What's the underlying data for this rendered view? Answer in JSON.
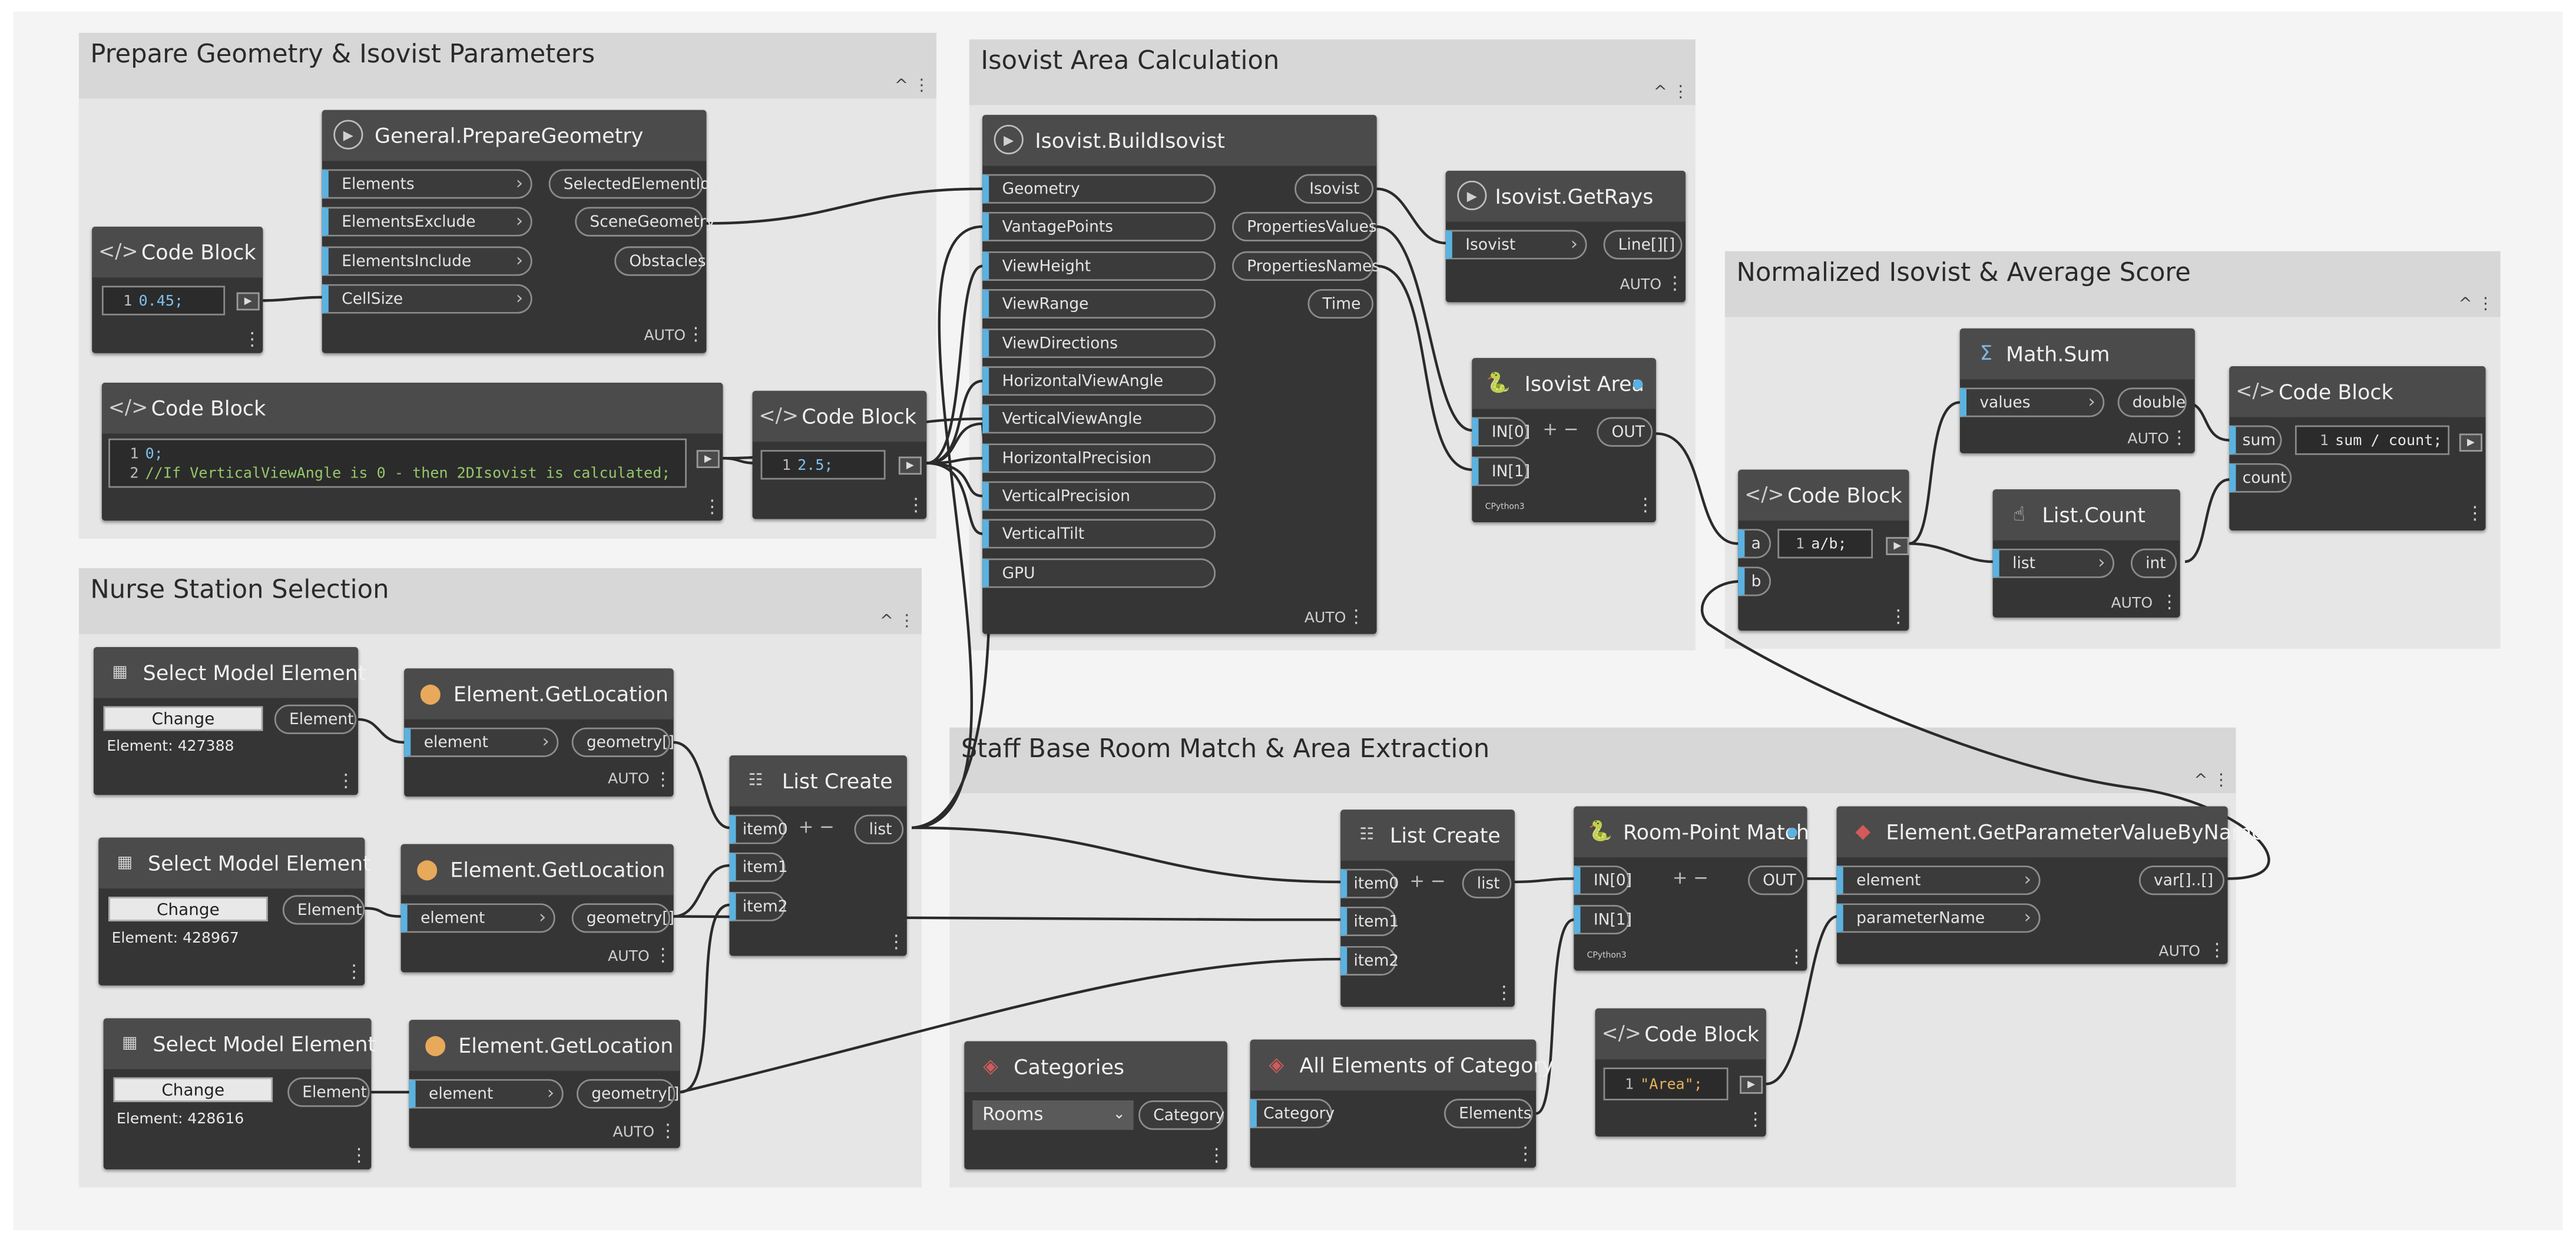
{
  "groups": {
    "prepare": "Prepare Geometry & Isovist Parameters",
    "isovist": "Isovist Area Calculation",
    "normalized": "Normalized Isovist & Average Score",
    "nurse": "Nurse Station Selection",
    "staff": "Staff Base Room Match & Area Extraction"
  },
  "lacing": "AUTO",
  "nodes": {
    "prepare_geometry": {
      "title": "General.PrepareGeometry",
      "inputs": [
        "Elements",
        "ElementsExclude",
        "ElementsInclude",
        "CellSize"
      ],
      "outputs": [
        "SelectedElementIds",
        "SceneGeometry",
        "Obstacles"
      ]
    },
    "code_cellsize": {
      "title": "Code Block",
      "line_no": "1",
      "value": "0.45;"
    },
    "code_viewangle": {
      "title": "Code Block",
      "line1_no": "1",
      "line1": "0;",
      "line2_no": "2",
      "line2": "//If VerticalViewAngle is 0 - then 2DIsovist is calculated;"
    },
    "code_value": {
      "title": "Code Block",
      "line_no": "1",
      "value": "2.5;"
    },
    "build_isovist": {
      "title": "Isovist.BuildIsovist",
      "inputs": [
        "Geometry",
        "VantagePoints",
        "ViewHeight",
        "ViewRange",
        "ViewDirections",
        "HorizontalViewAngle",
        "VerticalViewAngle",
        "HorizontalPrecision",
        "VerticalPrecision",
        "VerticalTilt",
        "GPU"
      ],
      "outputs": [
        "Isovist",
        "PropertiesValues",
        "PropertiesNames",
        "Time"
      ]
    },
    "get_rays": {
      "title": "Isovist.GetRays",
      "input": "Isovist",
      "output": "Line[][]"
    },
    "isovist_area": {
      "title": "Isovist Area",
      "inputs": [
        "IN[0]",
        "IN[1]"
      ],
      "output": "OUT",
      "engine": "CPython3"
    },
    "code_ab": {
      "title": "Code Block",
      "in_a": "a",
      "in_b": "b",
      "line_no": "1",
      "value": "a/b;"
    },
    "math_sum": {
      "title": "Math.Sum",
      "input": "values",
      "output": "double"
    },
    "list_count": {
      "title": "List.Count",
      "input": "list",
      "output": "int"
    },
    "code_avg": {
      "title": "Code Block",
      "in_sum": "sum",
      "in_count": "count",
      "line_no": "1",
      "value": "sum / count;"
    },
    "select_1": {
      "title": "Select Model Element",
      "button": "Change",
      "output": "Element",
      "info": "Element: 427388"
    },
    "select_2": {
      "title": "Select Model Element",
      "button": "Change",
      "output": "Element",
      "info": "Element: 428967"
    },
    "select_3": {
      "title": "Select Model Element",
      "button": "Change",
      "output": "Element",
      "info": "Element: 428616"
    },
    "get_location_1": {
      "title": "Element.GetLocation",
      "input": "element",
      "output": "geometry[]"
    },
    "get_location_2": {
      "title": "Element.GetLocation",
      "input": "element",
      "output": "geometry[]"
    },
    "get_location_3": {
      "title": "Element.GetLocation",
      "input": "element",
      "output": "geometry[]"
    },
    "list_create_1": {
      "title": "List Create",
      "inputs": [
        "item0",
        "item1",
        "item2"
      ],
      "output": "list"
    },
    "list_create_2": {
      "title": "List Create",
      "inputs": [
        "item0",
        "item1",
        "item2"
      ],
      "output": "list"
    },
    "room_point": {
      "title": "Room-Point Match",
      "inputs": [
        "IN[0]",
        "IN[1]"
      ],
      "output": "OUT",
      "engine": "CPython3"
    },
    "get_param": {
      "title": "Element.GetParameterValueByName",
      "inputs": [
        "element",
        "parameterName"
      ],
      "output": "var[]..[]"
    },
    "categories": {
      "title": "Categories",
      "selected": "Rooms",
      "output": "Category"
    },
    "all_elements": {
      "title": "All Elements of Category",
      "input": "Category",
      "output": "Elements"
    },
    "code_area": {
      "title": "Code Block",
      "line_no": "1",
      "value": "\"Area\";"
    }
  },
  "icons": {
    "code": "code-brackets-icon",
    "node": "node-circle-icon",
    "python": "python-icon",
    "sigma": "sigma-icon",
    "hand": "hand-icon",
    "pin": "location-pin-icon",
    "select": "select-element-icon",
    "list": "list-icon"
  },
  "colors": {
    "port_accent": "#5bb2e0",
    "node_body": "#353535",
    "node_header": "#4b4b4b",
    "group_body": "#e6e6e6",
    "group_header": "#d7d7d7",
    "wire": "#2b2b2b",
    "pin": "#e8a95b",
    "python": "#3c78aa"
  }
}
